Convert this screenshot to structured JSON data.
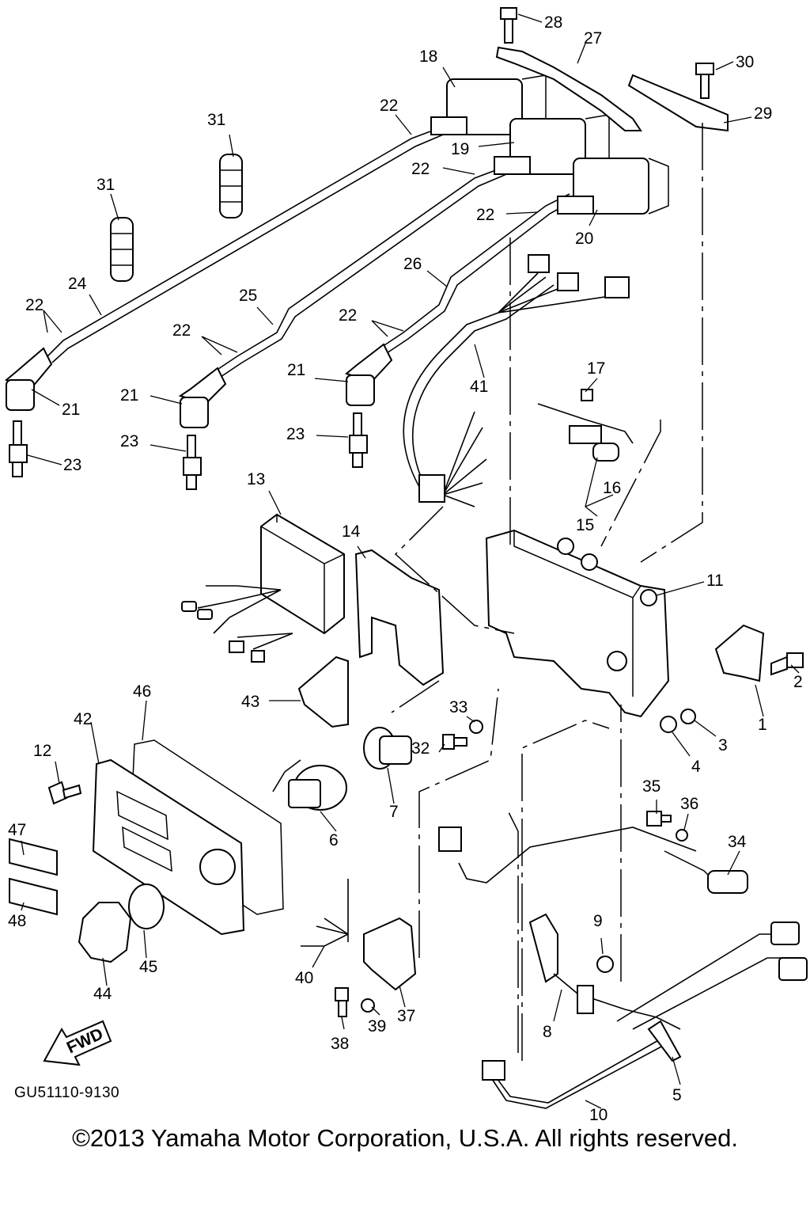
{
  "diagram": {
    "code": "GU51110-9130",
    "copyright": "©2013 Yamaha Motor Corporation, U.S.A. All rights reserved.",
    "fwd_label": "FWD",
    "callouts": [
      "1",
      "2",
      "3",
      "4",
      "5",
      "6",
      "7",
      "8",
      "9",
      "10",
      "11",
      "12",
      "13",
      "14",
      "15",
      "16",
      "17",
      "18",
      "19",
      "20",
      "21",
      "22",
      "23",
      "24",
      "25",
      "26",
      "27",
      "28",
      "29",
      "30",
      "31",
      "32",
      "33",
      "34",
      "35",
      "36",
      "37",
      "38",
      "39",
      "40",
      "41",
      "42",
      "43",
      "44",
      "45",
      "46",
      "47",
      "48"
    ]
  }
}
